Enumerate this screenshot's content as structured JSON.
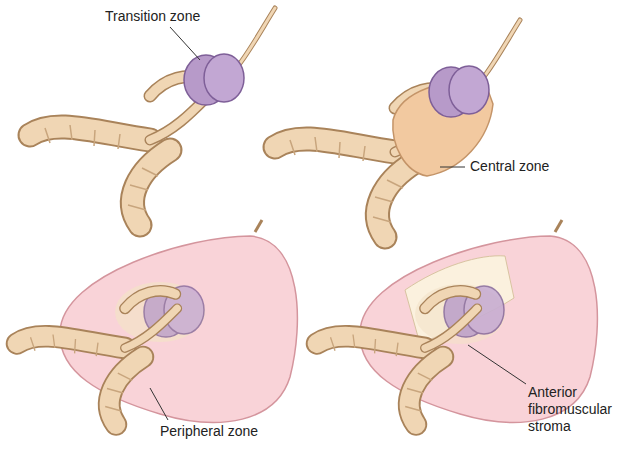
{
  "diagram": {
    "labels": [
      "Transition zone",
      "Central zone",
      "Peripheral zone",
      "Anterior fibromuscular stroma"
    ]
  }
}
